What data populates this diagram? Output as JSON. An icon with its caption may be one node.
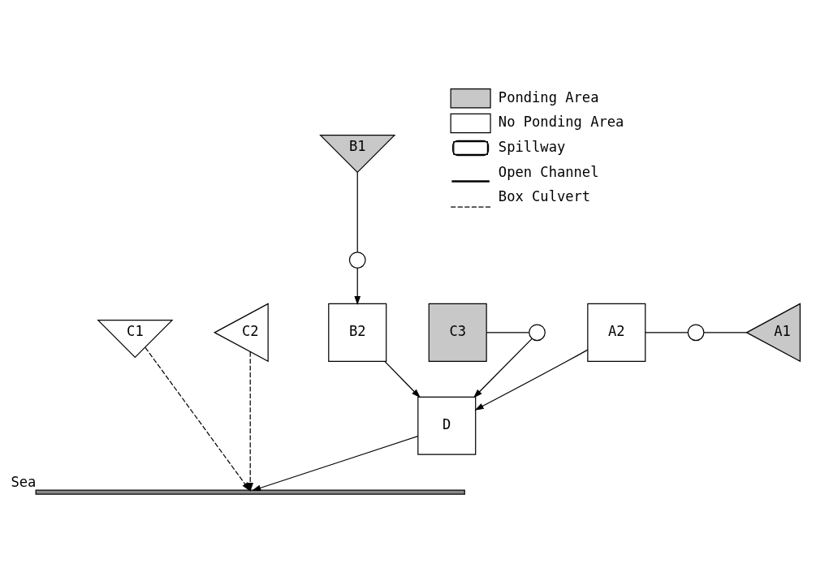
{
  "diagram": {
    "nodes": [
      {
        "text": [
          "B1"
        ]
      },
      {
        "text": [],
        "shape": "circle"
      },
      {
        "text": [
          "B2"
        ]
      },
      {
        "text": [
          "C1"
        ]
      },
      {
        "text": [
          "C2"
        ]
      },
      {
        "text": [
          "C3"
        ]
      },
      {
        "text": [],
        "shape": "circle"
      },
      {
        "text": [
          "A2"
        ]
      },
      {
        "text": [],
        "shape": "circle"
      },
      {
        "text": [
          "A1"
        ]
      },
      {
        "text": [
          "D"
        ]
      },
      {
        "text": [
          "Sea"
        ]
      }
    ],
    "edges": [
      {
        "from": 0,
        "to": 1,
        "arrow": "none"
      },
      {
        "from": 1,
        "to": 2,
        "arrow": "to"
      },
      {
        "from": 2,
        "to": 10,
        "arrow": "to"
      },
      {
        "from": 5,
        "to": 6,
        "arrow": "none"
      },
      {
        "from": 6,
        "to": 10,
        "arrow": "to"
      },
      {
        "from": 9,
        "to": 8,
        "arrow": "none"
      },
      {
        "from": 8,
        "to": 7,
        "arrow": "none"
      },
      {
        "from": 7,
        "to": 10,
        "arrow": "to"
      },
      {
        "from": 3,
        "to": 11,
        "arrow": "to",
        "style": "dashed"
      },
      {
        "from": 4,
        "to": 11,
        "arrow": "to",
        "style": "dashed"
      },
      {
        "from": 10,
        "to": 11,
        "arrow": "to"
      }
    ],
    "legend": [
      {
        "text": "Ponding Area"
      },
      {
        "text": "No Ponding Area"
      },
      {
        "text": "Spillway"
      },
      {
        "text": "Open Channel"
      },
      {
        "text": "Box Culvert"
      }
    ]
  }
}
